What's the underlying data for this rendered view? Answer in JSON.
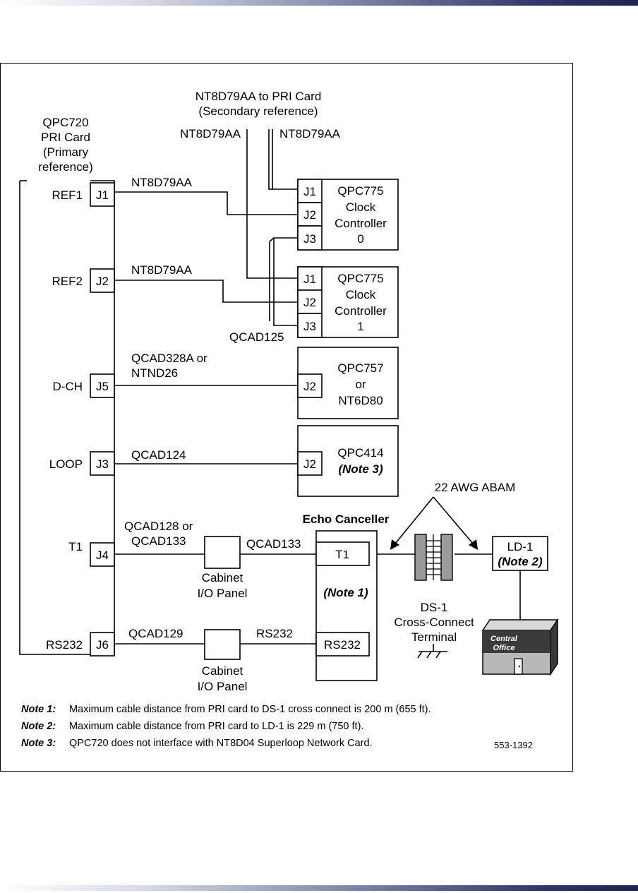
{
  "figure": {
    "secondary_ref": {
      "line1": "NT8D79AA  to PRI Card",
      "line2": "(Secondary reference)"
    },
    "cable_left_vertical": "NT8D79AA",
    "cable_right_vertical": "NT8D79AA",
    "pri_card": {
      "line1": "QPC720",
      "line2": "PRI Card",
      "line3": "(Primary",
      "line4": "reference)"
    },
    "ports": [
      {
        "name": "REF1",
        "jack": "J1"
      },
      {
        "name": "REF2",
        "jack": "J2"
      },
      {
        "name": "D-CH",
        "jack": "J5"
      },
      {
        "name": "LOOP",
        "jack": "J3"
      },
      {
        "name": "T1",
        "jack": "J4"
      },
      {
        "name": "RS232",
        "jack": "J6"
      }
    ],
    "cables": {
      "ref1": "NT8D79AA",
      "ref2": "NT8D79AA",
      "qcad125": "QCAD125",
      "dch_line1": "QCAD328A or",
      "dch_line2": "NTND26",
      "loop": "QCAD124",
      "t1_line1": "QCAD128 or",
      "t1_line2": "QCAD133",
      "t1_right": "QCAD133",
      "rs232_left": "QCAD129",
      "rs232_right": "RS232",
      "abam": "22 AWG ABAM"
    },
    "clock0": {
      "j1": "J1",
      "j2": "J2",
      "j3": "J3",
      "line1": "QPC775",
      "line2": "Clock",
      "line3": "Controller",
      "line4": "0"
    },
    "clock1": {
      "j1": "J1",
      "j2": "J2",
      "j3": "J3",
      "line1": "QPC775",
      "line2": "Clock",
      "line3": "Controller",
      "line4": "1"
    },
    "dch_card": {
      "jack": "J2",
      "line1": "QPC757",
      "line2": "or",
      "line3": "NT6D80"
    },
    "loop_card": {
      "jack": "J2",
      "line1": "QPC414",
      "line2": "(Note 3)"
    },
    "panel_t1": {
      "line1": "Cabinet",
      "line2": "I/O Panel"
    },
    "panel_rs232": {
      "line1": "Cabinet",
      "line2": "I/O Panel"
    },
    "echo": {
      "title": "Echo Canceller",
      "t1": "T1",
      "note": "(Note 1)",
      "rs232": "RS232"
    },
    "ds1": {
      "line1": "DS-1",
      "line2": "Cross-Connect",
      "line3": "Terminal"
    },
    "ld1": {
      "line1": "LD-1",
      "line2": "(Note 2)"
    },
    "central_office": {
      "line1": "Central",
      "line2": "Office"
    },
    "notes": [
      {
        "label": "Note 1:",
        "text": "Maximum cable distance from PRI card to DS-1 cross connect is 200 m (655 ft)."
      },
      {
        "label": "Note 2:",
        "text": "Maximum cable distance from PRI card to LD-1 is 229 m (750 ft)."
      },
      {
        "label": "Note 3:",
        "text": "QPC720 does not interface with NT8D04 Superloop Network Card."
      }
    ],
    "figure_number": "553-1392"
  }
}
